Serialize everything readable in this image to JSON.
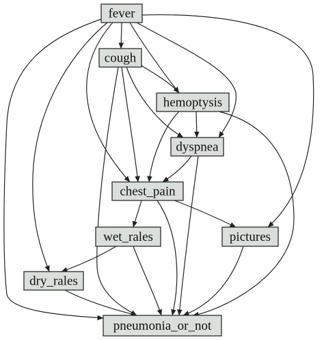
{
  "graph": {
    "nodes": [
      {
        "id": "fever",
        "label": "fever"
      },
      {
        "id": "cough",
        "label": "cough"
      },
      {
        "id": "hemoptysis",
        "label": "hemoptysis"
      },
      {
        "id": "dyspnea",
        "label": "dyspnea"
      },
      {
        "id": "chest_pain",
        "label": "chest_pain"
      },
      {
        "id": "wet_rales",
        "label": "wet_rales"
      },
      {
        "id": "pictures",
        "label": "pictures"
      },
      {
        "id": "dry_rales",
        "label": "dry_rales"
      },
      {
        "id": "pneumonia_or_not",
        "label": "pneumonia_or_not"
      }
    ],
    "edges": [
      {
        "from": "fever",
        "to": "cough"
      },
      {
        "from": "fever",
        "to": "hemoptysis"
      },
      {
        "from": "fever",
        "to": "dyspnea"
      },
      {
        "from": "fever",
        "to": "chest_pain"
      },
      {
        "from": "fever",
        "to": "pictures"
      },
      {
        "from": "fever",
        "to": "dry_rales"
      },
      {
        "from": "fever",
        "to": "pneumonia_or_not"
      },
      {
        "from": "cough",
        "to": "hemoptysis"
      },
      {
        "from": "cough",
        "to": "dyspnea"
      },
      {
        "from": "cough",
        "to": "chest_pain"
      },
      {
        "from": "cough",
        "to": "pneumonia_or_not"
      },
      {
        "from": "hemoptysis",
        "to": "dyspnea"
      },
      {
        "from": "hemoptysis",
        "to": "chest_pain"
      },
      {
        "from": "hemoptysis",
        "to": "pneumonia_or_not"
      },
      {
        "from": "dyspnea",
        "to": "chest_pain"
      },
      {
        "from": "dyspnea",
        "to": "pneumonia_or_not"
      },
      {
        "from": "chest_pain",
        "to": "wet_rales"
      },
      {
        "from": "chest_pain",
        "to": "pictures"
      },
      {
        "from": "chest_pain",
        "to": "pneumonia_or_not"
      },
      {
        "from": "wet_rales",
        "to": "dry_rales"
      },
      {
        "from": "wet_rales",
        "to": "pneumonia_or_not"
      },
      {
        "from": "pictures",
        "to": "pneumonia_or_not"
      },
      {
        "from": "dry_rales",
        "to": "pneumonia_or_not"
      }
    ]
  }
}
